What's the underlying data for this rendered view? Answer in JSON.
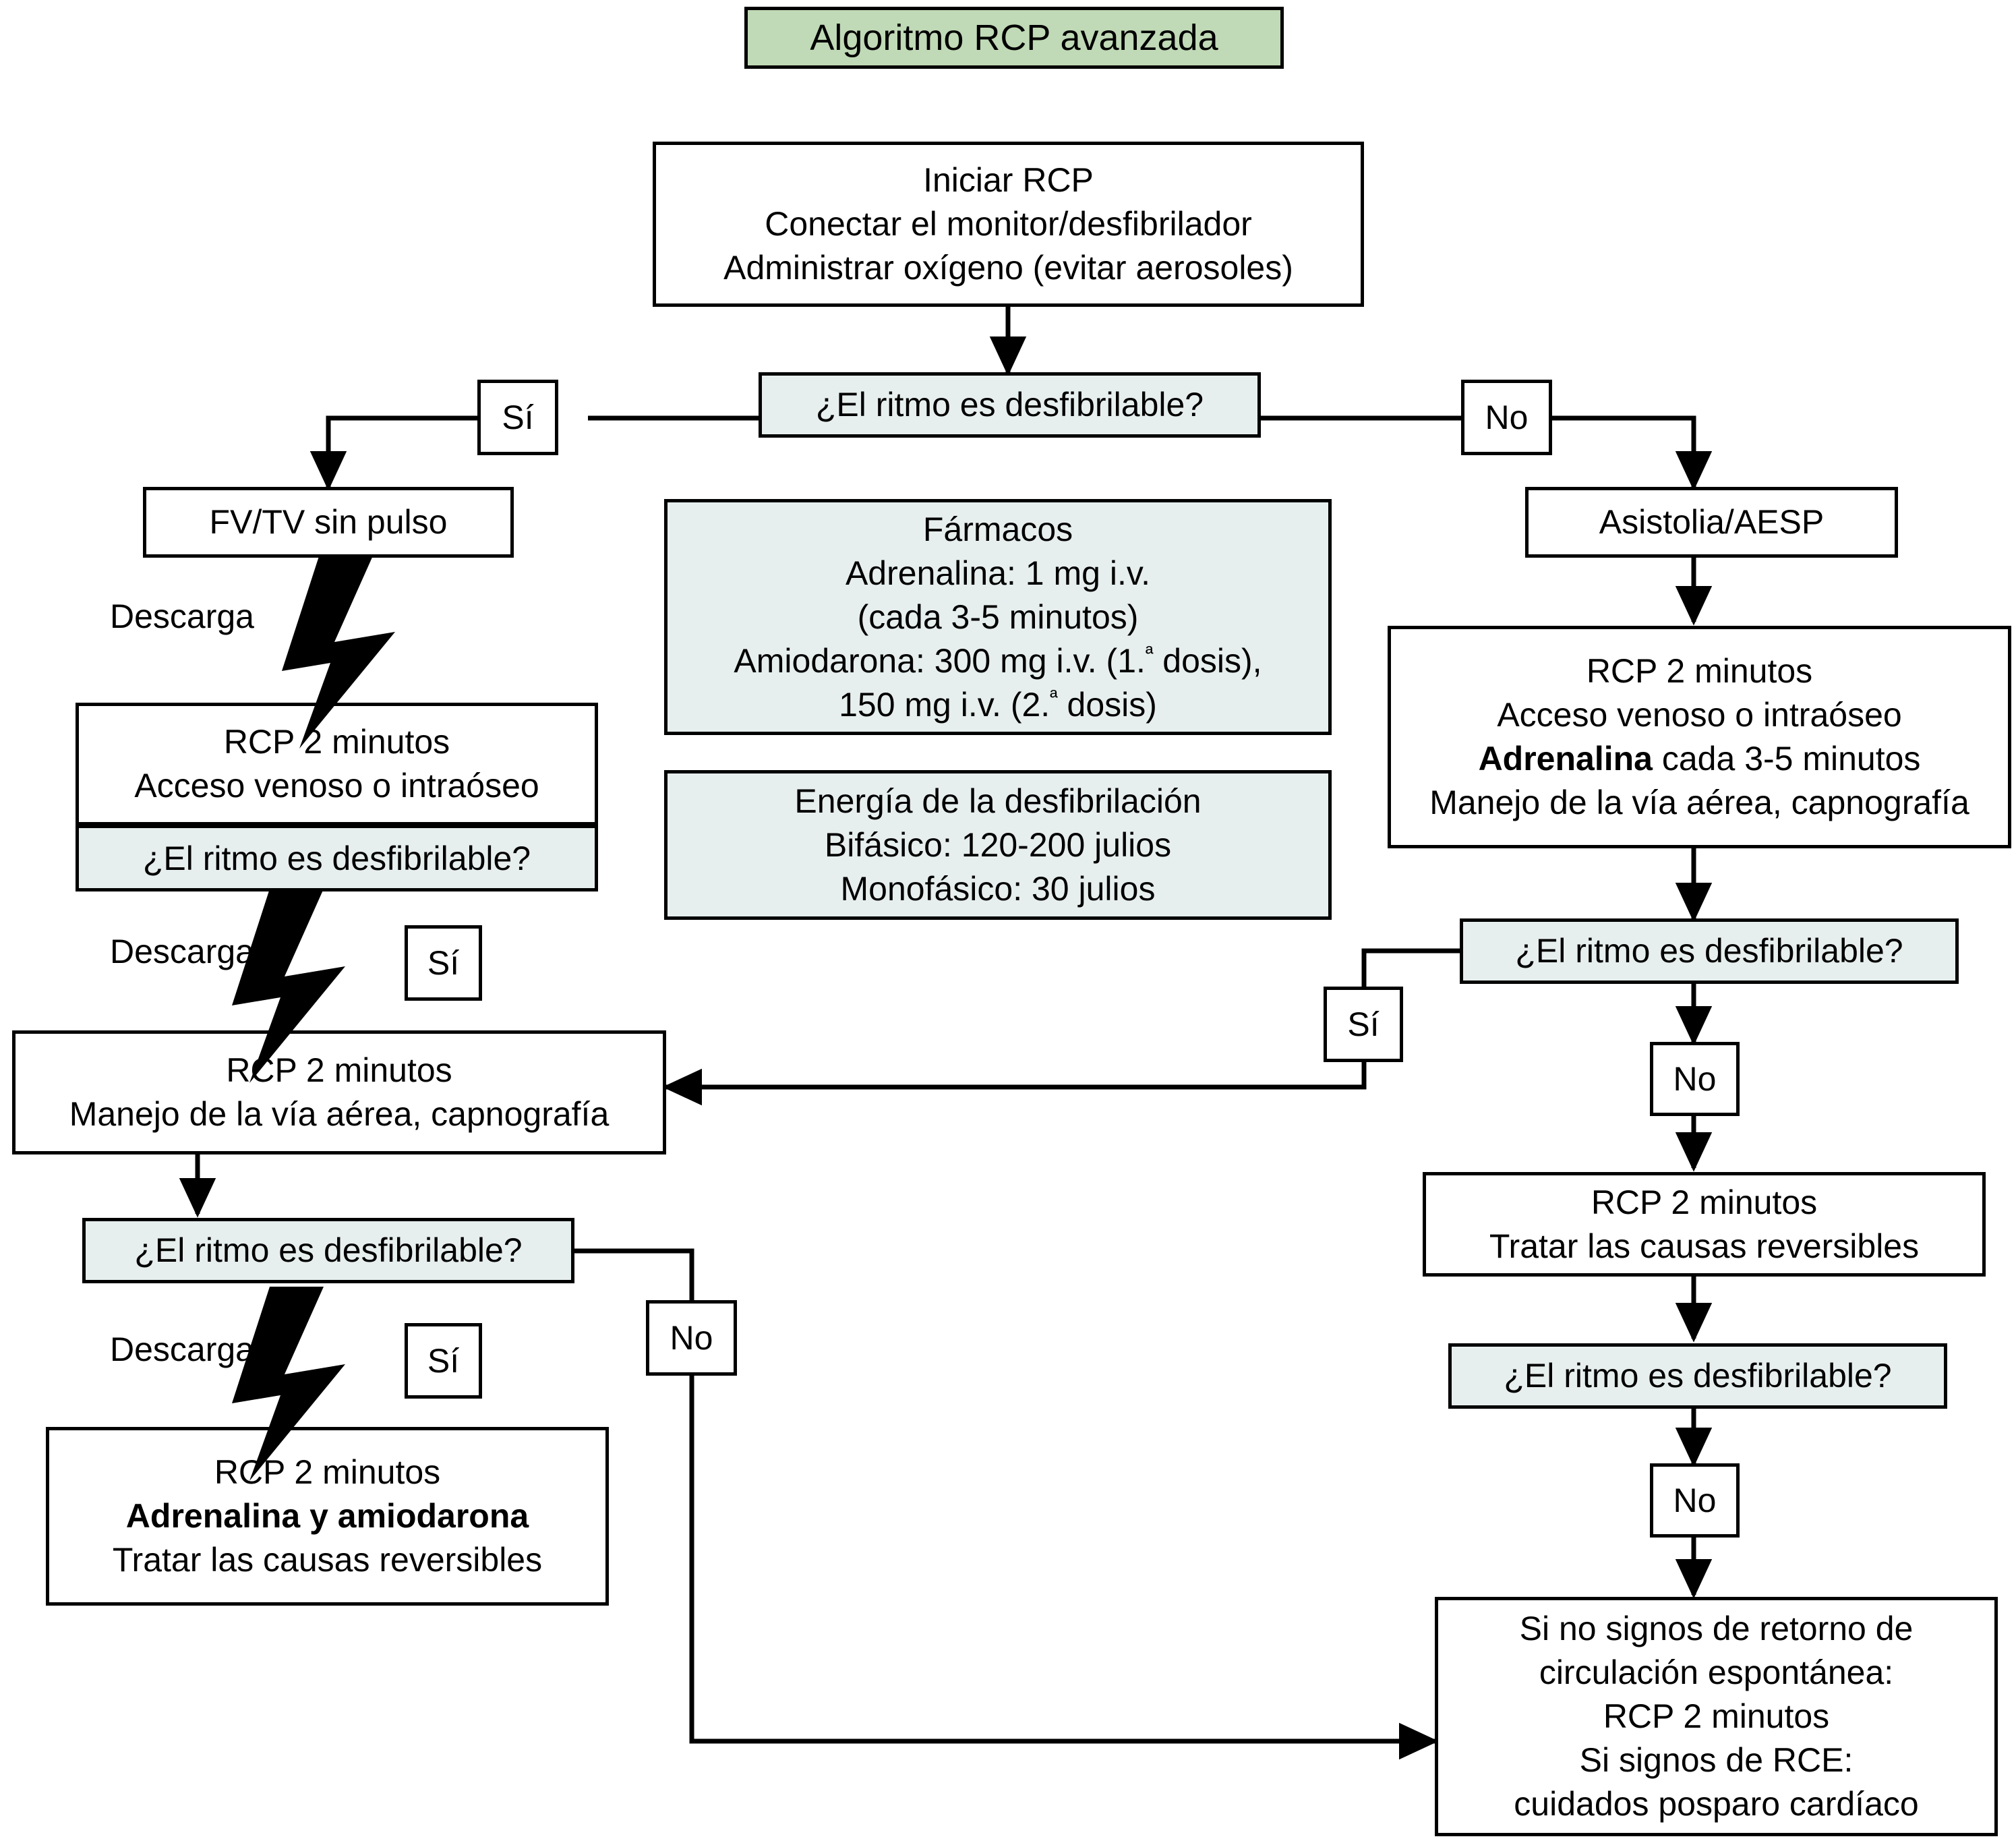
{
  "title": "Algoritmo RCP avanzada",
  "nodes": {
    "start": {
      "lines": [
        "Iniciar RCP",
        "Conectar el monitor/desfibrilador",
        "Administrar oxígeno (evitar aerosoles)"
      ]
    },
    "decision_top": {
      "text": "¿El ritmo es desfibrilable?"
    },
    "shockable": {
      "text": "FV/TV sin pulso"
    },
    "nonshockable": {
      "text": "Asistolia/AESP"
    },
    "left_cpr1": {
      "top_lines": [
        "RCP 2 minutos",
        "Acceso venoso o intraóseo"
      ],
      "bottom_text": "¿El ritmo es desfibrilable?"
    },
    "left_cpr2": {
      "lines": [
        "RCP 2 minutos",
        "Manejo de la vía aérea, capnografía"
      ]
    },
    "left_decision3": {
      "text": "¿El ritmo es desfibrilable?"
    },
    "left_cpr3": {
      "line1": "RCP 2 minutos",
      "line2_bold": "Adrenalina y amiodarona",
      "line3": "Tratar las causas reversibles"
    },
    "right_cpr1": {
      "line1": "RCP 2 minutos",
      "line2": "Acceso venoso o intraóseo",
      "line3_bold": "Adrenalina",
      "line3_rest": " cada 3-5 minutos",
      "line4": "Manejo de la vía aérea, capnografía"
    },
    "right_decision1": {
      "text": "¿El ritmo es desfibrilable?"
    },
    "right_cpr2": {
      "lines": [
        "RCP 2 minutos",
        "Tratar las causas reversibles"
      ]
    },
    "right_decision2": {
      "text": "¿El ritmo es desfibrilable?"
    },
    "outcome": {
      "lines": [
        "Si no signos de retorno de",
        "circulación espontánea:",
        "RCP 2 minutos",
        "Si signos de RCE:",
        "cuidados posparo cardíaco"
      ]
    },
    "drugs": {
      "title": "Fármacos",
      "line1": "Adrenalina: 1 mg i.v.",
      "line2": "(cada 3-5 minutos)",
      "line3_a": "Amiodarona: 300 mg i.v. (1.",
      "line3_sup": "ª",
      "line3_b": " dosis),",
      "line4_a": "150 mg i.v. (2.",
      "line4_sup": "ª",
      "line4_b": " dosis)"
    },
    "energy": {
      "title": "Energía de la desfibrilación",
      "line1": "Bifásico: 120-200 julios",
      "line2": "Monofásico: 30 julios"
    }
  },
  "labels": {
    "si_top": "Sí",
    "no_top": "No",
    "si_left_mid": "Sí",
    "si_left_low": "Sí",
    "no_left_low": "No",
    "si_right": "Sí",
    "no_right_1": "No",
    "no_right_2": "No",
    "descarga_1": "Descarga",
    "descarga_2": "Descarga",
    "descarga_3": "Descarga"
  },
  "colors": {
    "title_bg": "#c0d9b6",
    "decision_bg": "#e7efee",
    "stroke": "#000000",
    "canvas_bg": "#ffffff"
  }
}
